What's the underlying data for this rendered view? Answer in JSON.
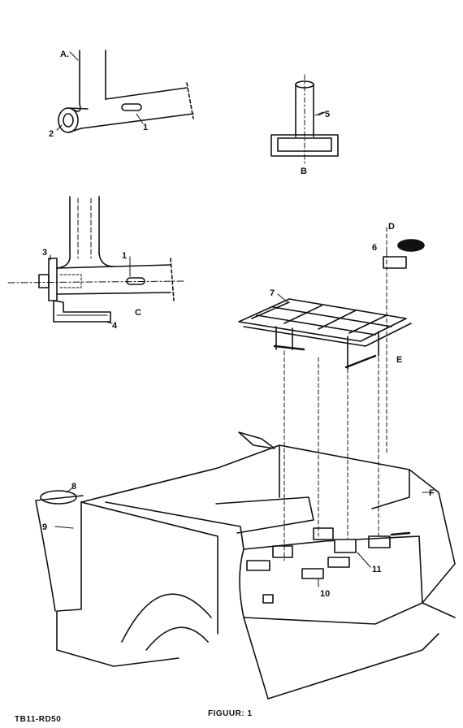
{
  "labels": {
    "A": "A.",
    "B": "B",
    "C": "C",
    "D": "D",
    "E": "E",
    "F": "F",
    "n1a": "1",
    "n1b": "1",
    "n2": "2",
    "n3": "3",
    "n4": "4",
    "n5": "5",
    "n6": "6",
    "n7": "7",
    "n8": "8",
    "n9": "9",
    "n10": "10",
    "n11": "11"
  },
  "footer": {
    "code": "TB11-RD50",
    "figure": "FIGUUR: 1"
  }
}
